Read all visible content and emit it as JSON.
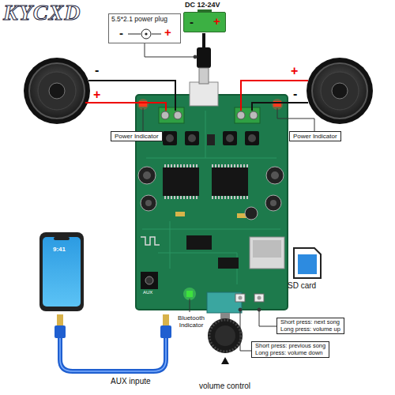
{
  "diagram": {
    "nodes": [
      {
        "text": [
          "5.5*2.1 power plug",
          "-",
          "+"
        ]
      },
      {
        "text": [
          "DC 12-24V",
          "-",
          "+"
        ]
      },
      {
        "text": [
          "Power Indicator"
        ]
      },
      {
        "text": [
          "Power Indicator"
        ]
      },
      {
        "text": [
          "Short press: next song",
          "Long press: volume up"
        ]
      },
      {
        "text": [
          "Short press: previous song",
          "Long press: volume down"
        ]
      }
    ],
    "labels": [
      "KYCXD",
      "-",
      "+",
      "+",
      "-",
      "9:41",
      "AUX",
      "SD card",
      "Bluetooth Indicator",
      "AUX inpute",
      "volume control"
    ]
  }
}
